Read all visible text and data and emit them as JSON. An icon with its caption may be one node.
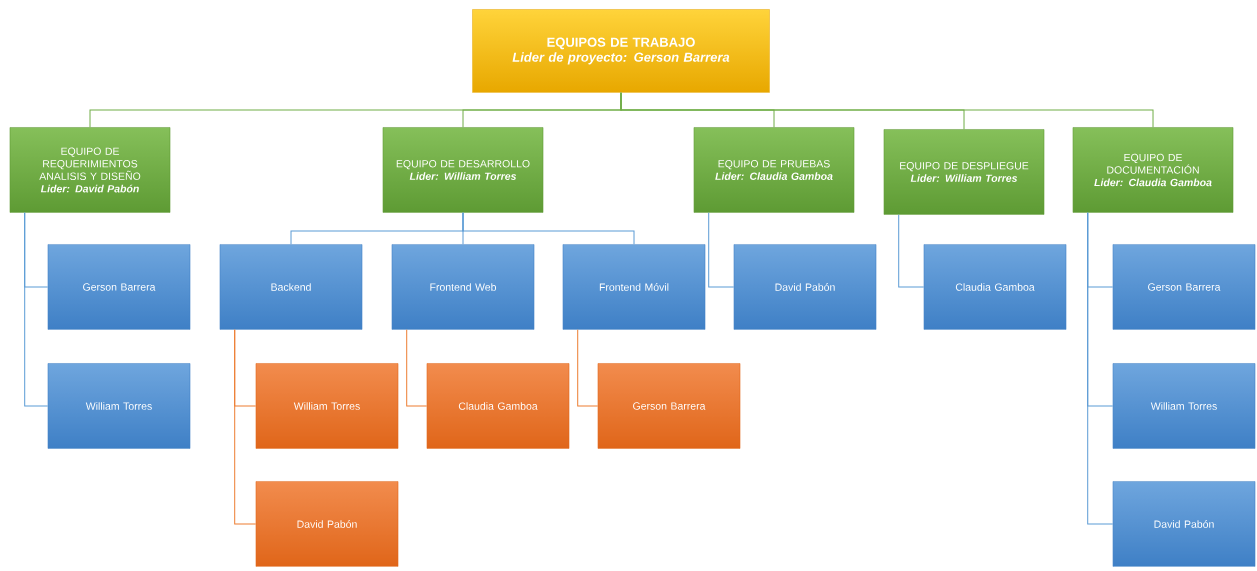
{
  "diagram": {
    "nodes": [
      {
        "text": [
          "EQUIPOS DE TRABAJO",
          "Lider de proyecto: Gerson Barrera"
        ]
      },
      {
        "text": [
          "EQUIPO DE REQUERIMIENTOS ANALISIS Y DISEÑO",
          "Lider: David Pabón"
        ]
      },
      {
        "text": [
          "Gerson Barrera"
        ]
      },
      {
        "text": [
          "William Torres"
        ]
      },
      {
        "text": [
          "EQUIPO DE DESARROLLO",
          "Lider: William Torres"
        ]
      },
      {
        "text": [
          "Backend"
        ]
      },
      {
        "text": [
          "William Torres"
        ]
      },
      {
        "text": [
          "David Pabón"
        ]
      },
      {
        "text": [
          "Frontend Web"
        ]
      },
      {
        "text": [
          "Claudia Gamboa"
        ]
      },
      {
        "text": [
          "Frontend Móvil"
        ]
      },
      {
        "text": [
          "Gerson Barrera"
        ]
      },
      {
        "text": [
          "EQUIPO DE PRUEBAS",
          "Lider: Claudia Gamboa"
        ]
      },
      {
        "text": [
          "David Pabón"
        ]
      },
      {
        "text": [
          "EQUIPO DE DESPLIEGUE",
          "Lider: William Torres"
        ]
      },
      {
        "text": [
          "Claudia Gamboa"
        ]
      },
      {
        "text": [
          "EQUIPO DE DOCUMENTACIÓN",
          "Lider: Claudia Gamboa"
        ]
      },
      {
        "text": [
          "Gerson Barrera"
        ]
      },
      {
        "text": [
          "William Torres"
        ]
      },
      {
        "text": [
          "David Pabón"
        ]
      }
    ],
    "edges": [
      {
        "from": 0,
        "to": 1,
        "arrow": "none",
        "color": "#70ad47"
      },
      {
        "from": 0,
        "to": 4,
        "arrow": "none",
        "color": "#70ad47"
      },
      {
        "from": 0,
        "to": 12,
        "arrow": "none",
        "color": "#70ad47"
      },
      {
        "from": 0,
        "to": 14,
        "arrow": "none",
        "color": "#70ad47"
      },
      {
        "from": 0,
        "to": 16,
        "arrow": "none",
        "color": "#70ad47"
      },
      {
        "from": 1,
        "to": 2,
        "arrow": "none"
      },
      {
        "from": 1,
        "to": 3,
        "arrow": "none"
      },
      {
        "from": 4,
        "to": 5,
        "arrow": "none"
      },
      {
        "from": 4,
        "to": 8,
        "arrow": "none"
      },
      {
        "from": 4,
        "to": 10,
        "arrow": "none"
      },
      {
        "from": 5,
        "to": 6,
        "arrow": "none",
        "color": "#ed7d31"
      },
      {
        "from": 5,
        "to": 7,
        "arrow": "none",
        "color": "#ed7d31"
      },
      {
        "from": 8,
        "to": 9,
        "arrow": "none",
        "color": "#ed7d31"
      },
      {
        "from": 10,
        "to": 11,
        "arrow": "none",
        "color": "#ed7d31"
      },
      {
        "from": 12,
        "to": 13,
        "arrow": "none"
      },
      {
        "from": 14,
        "to": 15,
        "arrow": "none"
      },
      {
        "from": 16,
        "to": 17,
        "arrow": "none"
      },
      {
        "from": 16,
        "to": 18,
        "arrow": "none"
      },
      {
        "from": 16,
        "to": 19,
        "arrow": "none"
      }
    ]
  }
}
